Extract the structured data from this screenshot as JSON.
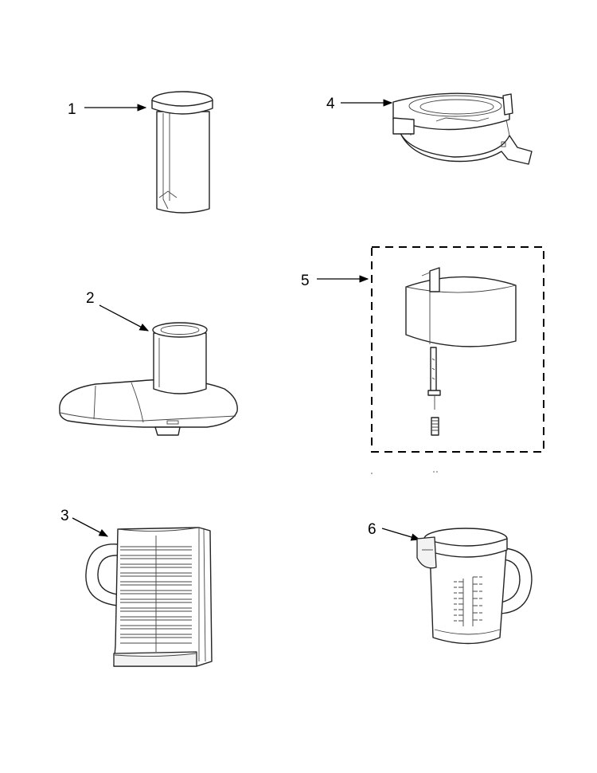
{
  "callouts": [
    {
      "label": "1",
      "part": "food-pusher"
    },
    {
      "label": "2",
      "part": "cover-with-feed-tube"
    },
    {
      "label": "3",
      "part": "pulp-container"
    },
    {
      "label": "4",
      "part": "juicer-bowl-ring"
    },
    {
      "label": "5",
      "part": "pulp-screen-assembly"
    },
    {
      "label": "6",
      "part": "juice-pitcher"
    }
  ]
}
